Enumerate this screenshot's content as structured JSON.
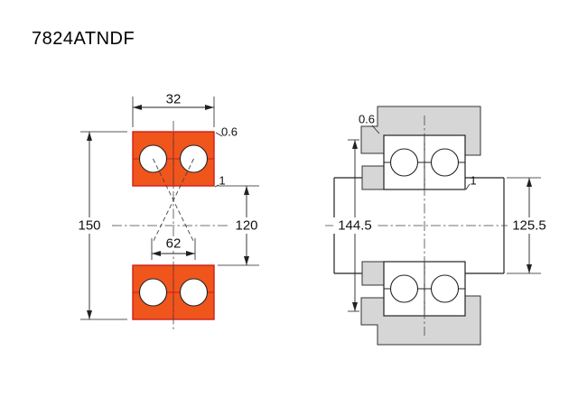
{
  "title": "7824ATNDF",
  "colors": {
    "orange": "#f0551c",
    "red": "#cc1f1a",
    "gray": "#d6d6d6",
    "line": "#222222"
  },
  "front_view": {
    "width": "32",
    "outer_diameter": "150",
    "bore_diameter": "120",
    "load_center_span": "62",
    "outer_ring_chamfer": "0.6",
    "inner_ring_chamfer": "1"
  },
  "mounted_view": {
    "housing_abutment_diameter": "144.5",
    "shaft_abutment_diameter": "125.5",
    "housing_fillet": "0.6",
    "shaft_fillet": "1"
  }
}
